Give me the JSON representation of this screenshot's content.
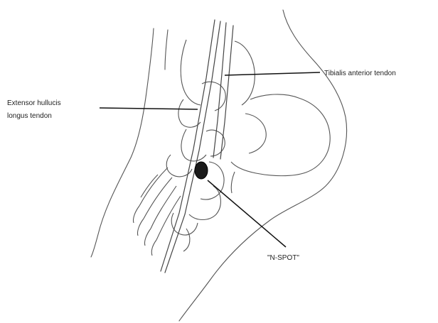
{
  "diagram": {
    "labels": {
      "ehl_line1": "Extensor hullucis",
      "ehl_line2": "longus tendon",
      "tibialis": "Tibialis anterior tendon",
      "nspot": "\"N-SPOT\""
    }
  }
}
